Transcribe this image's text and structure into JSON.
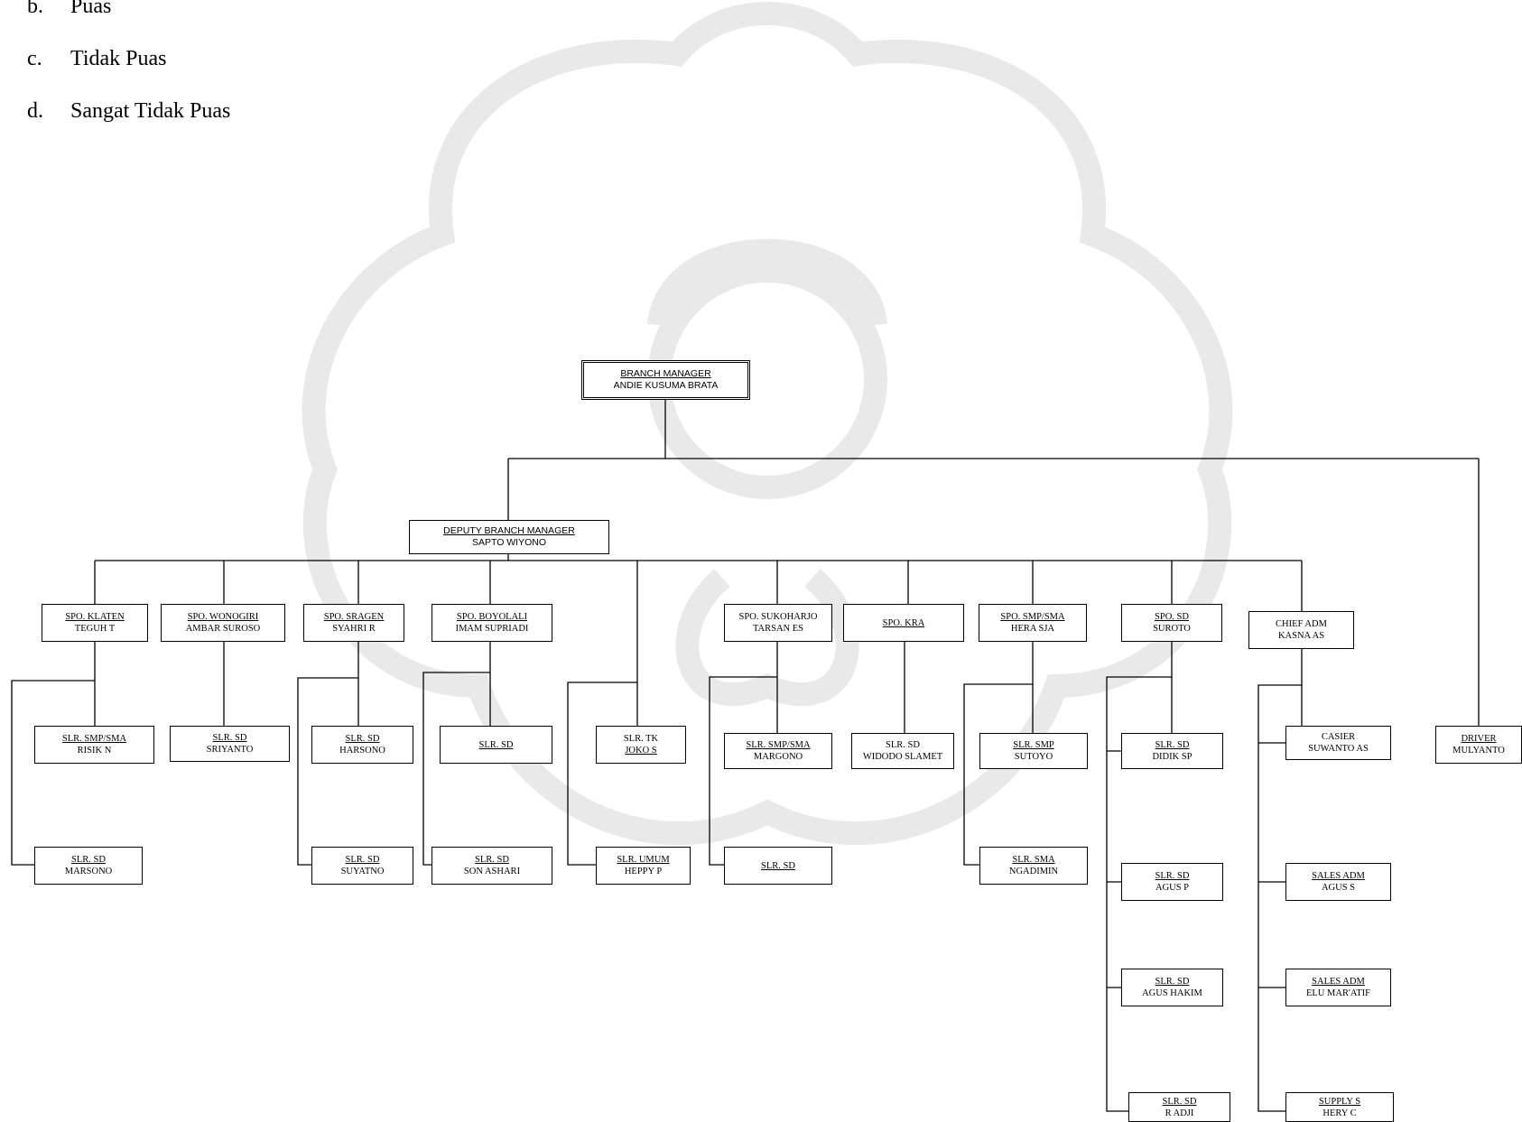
{
  "options": [
    {
      "letter": "b.",
      "text": "Puas"
    },
    {
      "letter": "c.",
      "text": "Tidak Puas"
    },
    {
      "letter": "d.",
      "text": "Sangat Tidak Puas"
    }
  ],
  "org": {
    "branch_manager": {
      "title": "BRANCH MANAGER",
      "name": "ANDIE KUSUMA BRATA"
    },
    "deputy": {
      "title": "DEPUTY BRANCH MANAGER",
      "name": "SAPTO WIYONO"
    },
    "driver": {
      "title": "DRIVER",
      "name": "MULYANTO"
    },
    "spo": [
      {
        "title": "SPO. KLATEN",
        "name": "TEGUH T"
      },
      {
        "title": "SPO. WONOGIRI",
        "name": "AMBAR SUROSO"
      },
      {
        "title": "SPO. SRAGEN",
        "name": "SYAHRI R"
      },
      {
        "title": "SPO. BOYOLALI",
        "name": "IMAM SUPRIADI"
      },
      {
        "title": "SPO. SUKOHARJO",
        "name": "TARSAN ES"
      },
      {
        "title": "SPO. KRA",
        "name": ""
      },
      {
        "title": "SPO. SMP/SMA",
        "name": "HERA SJA"
      },
      {
        "title": "SPO. SD",
        "name": "SUROTO"
      },
      {
        "title": "CHIEF ADM",
        "name": "KASNA AS"
      }
    ],
    "staff": [
      {
        "title": "SLR. SMP/SMA",
        "name": "RISIK N"
      },
      {
        "title": "SLR. SD",
        "name": "MARSONO"
      },
      {
        "title": "SLR. SD",
        "name": "SRIYANTO"
      },
      {
        "title": "SLR. SD",
        "name": "HARSONO"
      },
      {
        "title": "SLR. SD",
        "name": "SUYATNO"
      },
      {
        "title": "SLR. SD",
        "name": ""
      },
      {
        "title": "SLR. SD",
        "name": "SON ASHARI"
      },
      {
        "title": "SLR. TK",
        "name": "JOKO S"
      },
      {
        "title": "SLR. UMUM",
        "name": "HEPPY P"
      },
      {
        "title": "SLR. SMP/SMA",
        "name": "MARGONO"
      },
      {
        "title": "SLR. SD",
        "name": ""
      },
      {
        "title": "SLR. SD",
        "name": "WIDODO SLAMET"
      },
      {
        "title": "SLR. SMP",
        "name": "SUTOYO"
      },
      {
        "title": "SLR. SMA",
        "name": "NGADIMIN"
      },
      {
        "title": "SLR. SD",
        "name": "DIDIK SP"
      },
      {
        "title": "SLR. SD",
        "name": "AGUS P"
      },
      {
        "title": "SLR. SD",
        "name": "AGUS HAKIM"
      },
      {
        "title": "SLR. SD",
        "name": "R ADJI"
      },
      {
        "title": "CASIER",
        "name": "SUWANTO AS"
      },
      {
        "title": "SALES ADM",
        "name": "AGUS S"
      },
      {
        "title": "SALES ADM",
        "name": "ELU MAR'ATIF"
      },
      {
        "title": "SUPPLY S",
        "name": "HERY C"
      }
    ]
  }
}
